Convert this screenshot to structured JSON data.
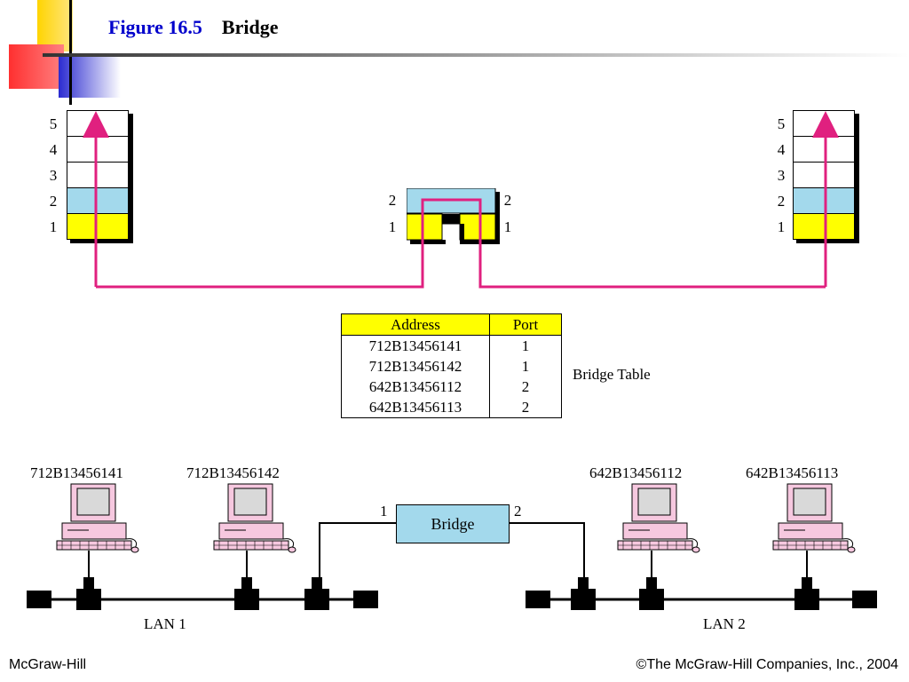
{
  "title": {
    "figure": "Figure 16.5",
    "name": "Bridge"
  },
  "stacks": {
    "layers": [
      "5",
      "4",
      "3",
      "2",
      "1"
    ],
    "bridge_layers": [
      "2",
      "1"
    ]
  },
  "colors": {
    "layer2": "#a3d9ec",
    "layer1": "#ffff00",
    "path": "#e0207f",
    "header": "#ffff00"
  },
  "bridge_table": {
    "headers": [
      "Address",
      "Port"
    ],
    "rows": [
      [
        "712B13456141",
        "1"
      ],
      [
        "712B13456142",
        "1"
      ],
      [
        "642B13456112",
        "2"
      ],
      [
        "642B13456113",
        "2"
      ]
    ],
    "caption": "Bridge Table"
  },
  "hosts": [
    "712B13456141",
    "712B13456142",
    "642B13456112",
    "642B13456113"
  ],
  "bridge": {
    "label": "Bridge",
    "port_left": "1",
    "port_right": "2"
  },
  "lans": [
    "LAN 1",
    "LAN 2"
  ],
  "footer": {
    "left": "McGraw-Hill",
    "right": "©The McGraw-Hill Companies, Inc., 2004"
  }
}
